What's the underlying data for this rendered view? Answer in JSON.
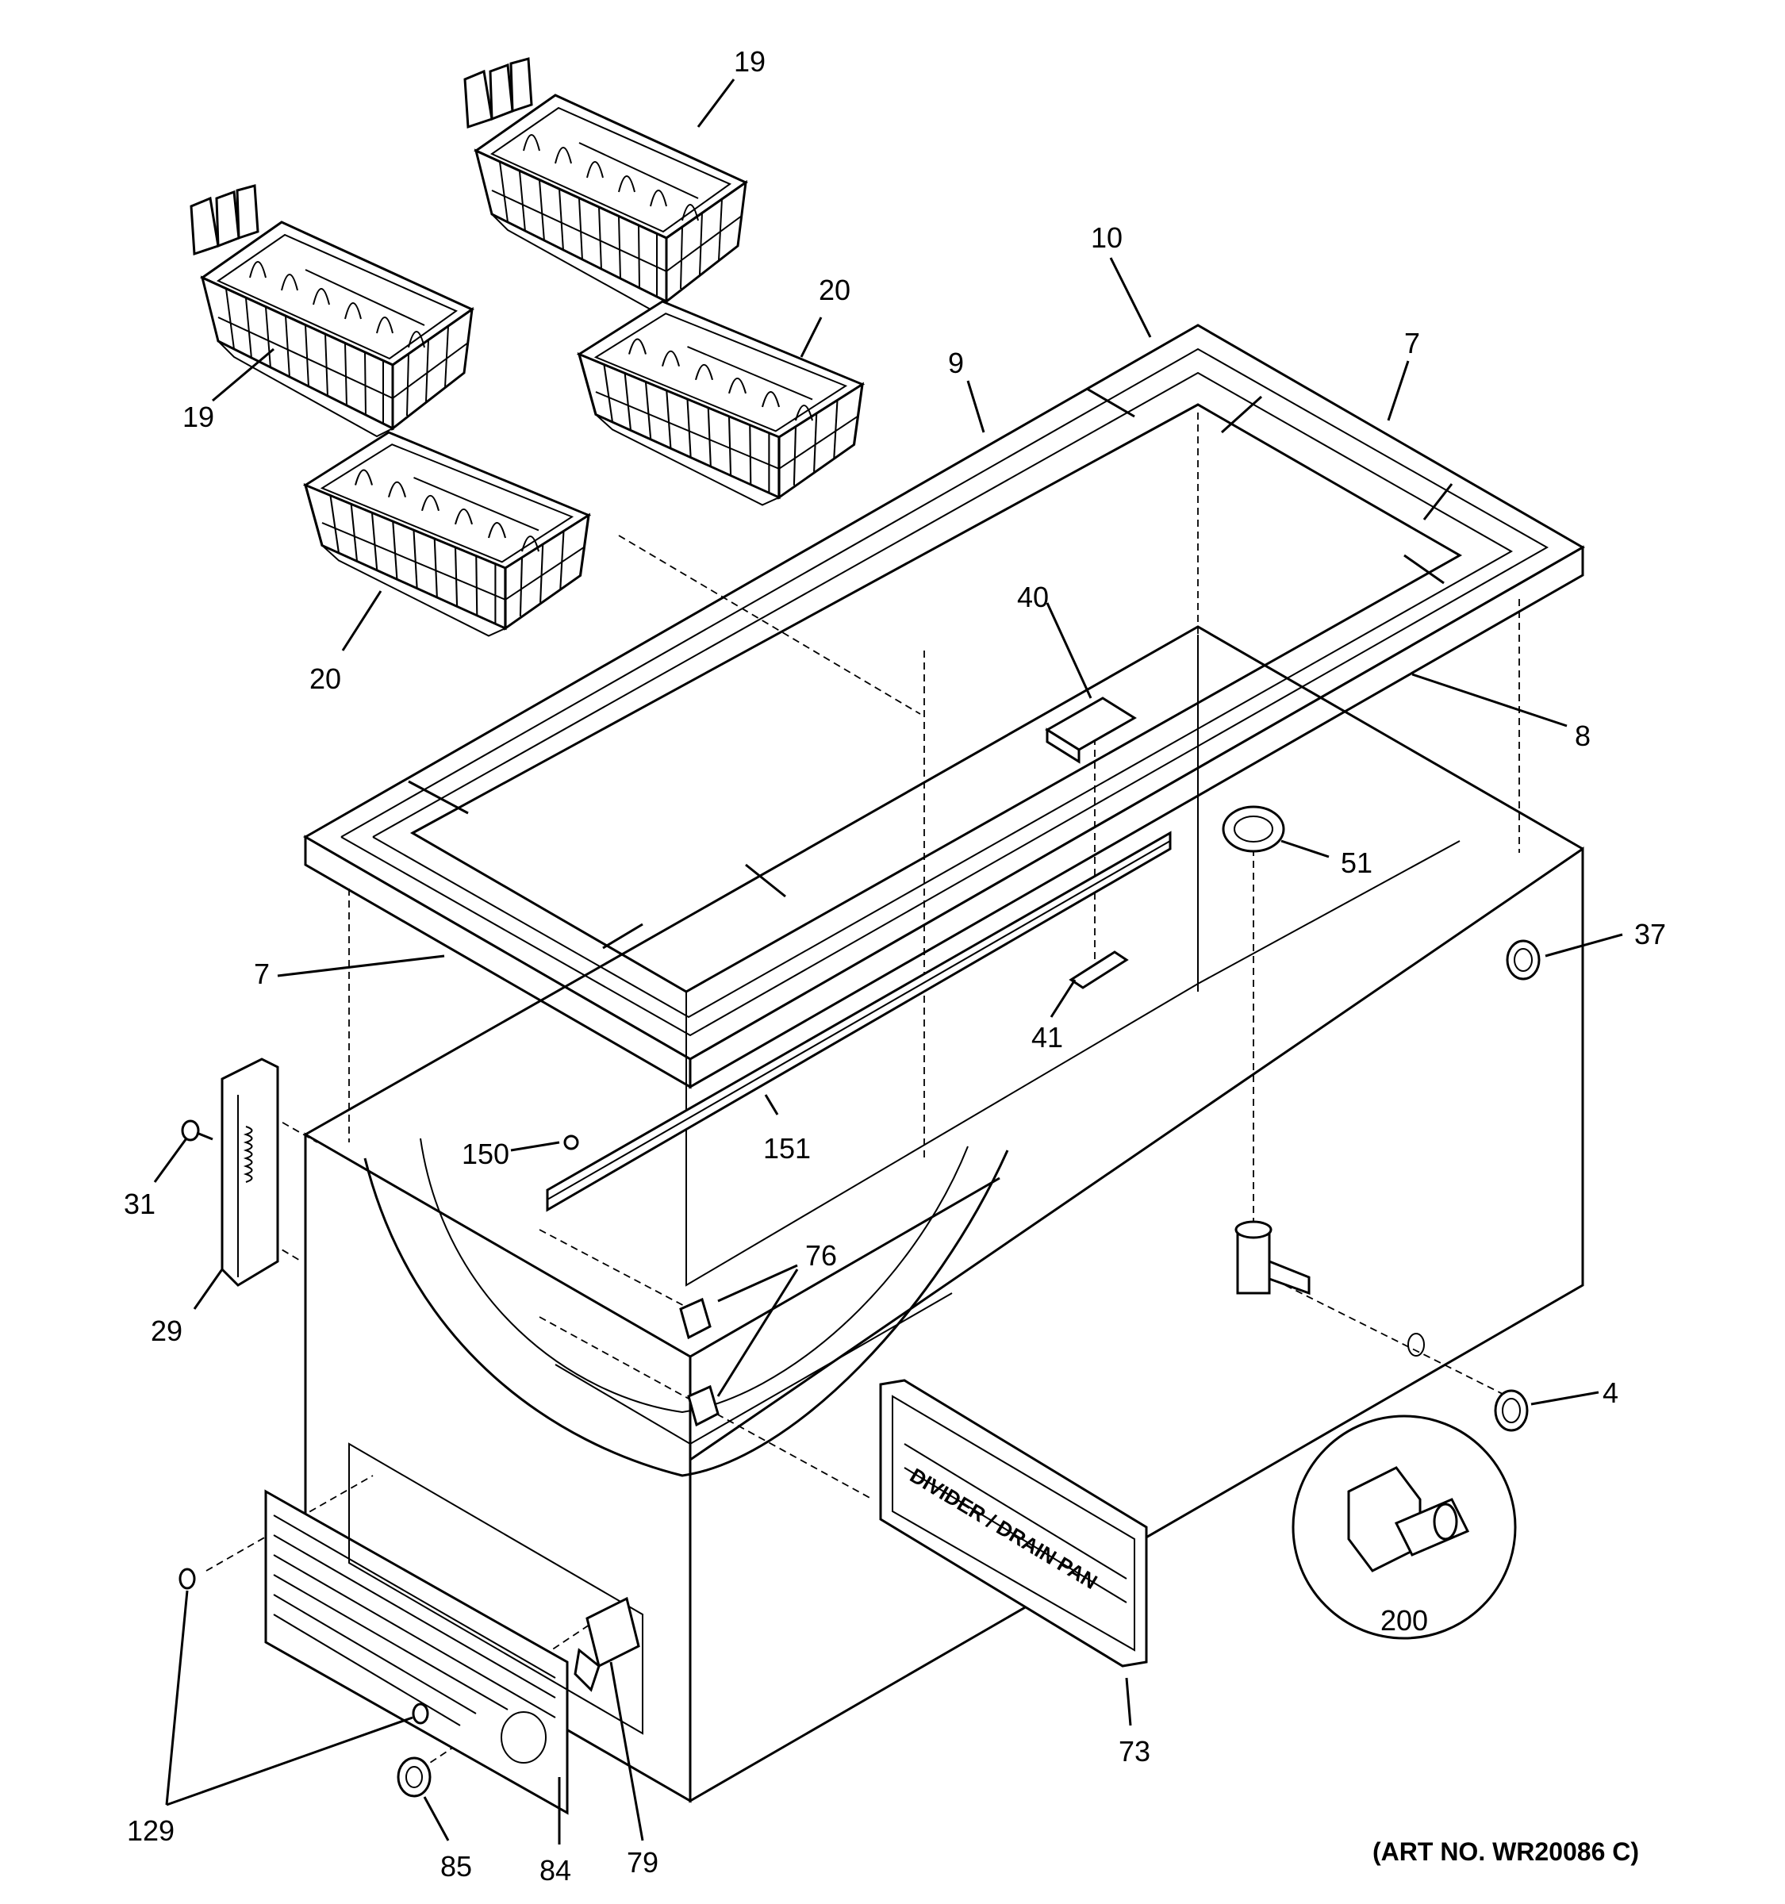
{
  "art_number": "(ART NO. WR20086 C)",
  "decal_text": "DIVIDER / DRAIN PAN",
  "callouts": [
    {
      "id": "c19a",
      "label": "19"
    },
    {
      "id": "c19b",
      "label": "19"
    },
    {
      "id": "c20a",
      "label": "20"
    },
    {
      "id": "c20b",
      "label": "20"
    },
    {
      "id": "c10",
      "label": "10"
    },
    {
      "id": "c9",
      "label": "9"
    },
    {
      "id": "c7a",
      "label": "7"
    },
    {
      "id": "c7b",
      "label": "7"
    },
    {
      "id": "c40",
      "label": "40"
    },
    {
      "id": "c8",
      "label": "8"
    },
    {
      "id": "c51",
      "label": "51"
    },
    {
      "id": "c37",
      "label": "37"
    },
    {
      "id": "c41",
      "label": "41"
    },
    {
      "id": "c151",
      "label": "151"
    },
    {
      "id": "c150",
      "label": "150"
    },
    {
      "id": "c31",
      "label": "31"
    },
    {
      "id": "c29",
      "label": "29"
    },
    {
      "id": "c76",
      "label": "76"
    },
    {
      "id": "c4",
      "label": "4"
    },
    {
      "id": "c200",
      "label": "200"
    },
    {
      "id": "c73",
      "label": "73"
    },
    {
      "id": "c129",
      "label": "129"
    },
    {
      "id": "c85",
      "label": "85"
    },
    {
      "id": "c84",
      "label": "84"
    },
    {
      "id": "c79",
      "label": "79"
    }
  ]
}
